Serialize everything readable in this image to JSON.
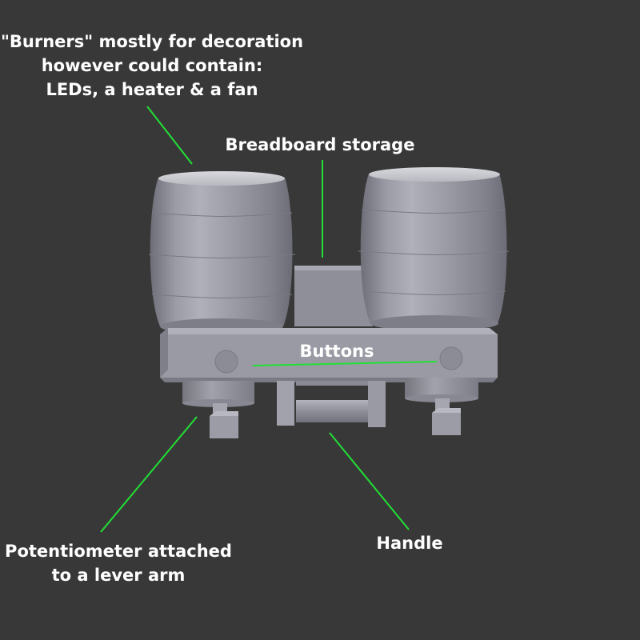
{
  "scene": {
    "background": "#383838",
    "leader_line_color": "#22e035",
    "model_color": "#9a9aa4"
  },
  "annotations": {
    "burners": {
      "line1": "\"Burners\" mostly for decoration",
      "line2": "however could contain:",
      "line3": "LEDs, a heater & a fan"
    },
    "breadboard": {
      "text": "Breadboard storage"
    },
    "buttons": {
      "text": "Buttons"
    },
    "potentiometer": {
      "line1": "Potentiometer attached",
      "line2": "to a lever arm"
    },
    "handle": {
      "text": "Handle"
    }
  }
}
